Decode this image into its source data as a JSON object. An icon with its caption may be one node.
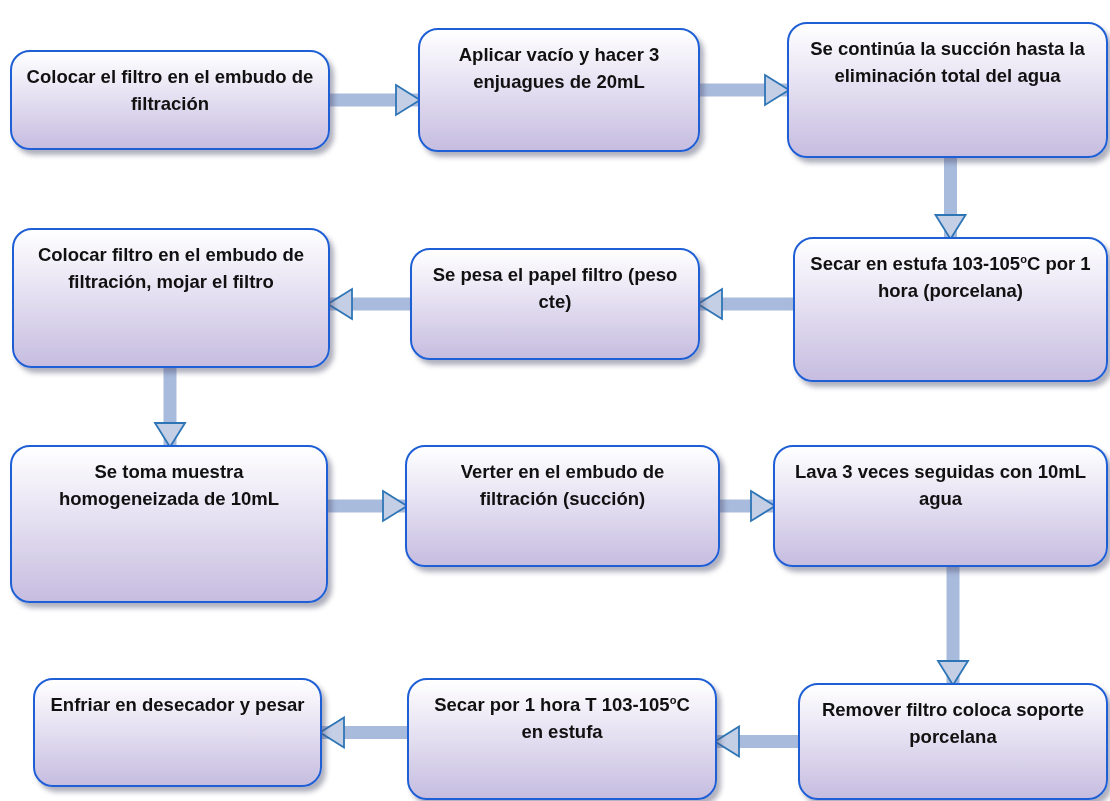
{
  "diagram": {
    "nodes": [
      {
        "text": [
          "Colocar el filtro en el embudo de filtración"
        ]
      },
      {
        "text": [
          "Aplicar vacío y hacer 3 enjuagues de 20mL"
        ]
      },
      {
        "text": [
          "Se continúa la succión hasta la eliminación total del agua"
        ]
      },
      {
        "text": [
          "Secar en estufa 103-105$^{o}$C por 1 hora (porcelana)"
        ]
      },
      {
        "text": [
          "Se pesa el papel filtro (peso cte)"
        ]
      },
      {
        "text": [
          "Colocar filtro en el embudo de filtración, mojar el filtro"
        ]
      },
      {
        "text": [
          "Se toma muestra homogeneizada de 10mL"
        ]
      },
      {
        "text": [
          "Verter en el embudo de filtración (succión)"
        ]
      },
      {
        "text": [
          "Lava 3 veces seguidas con 10mL agua"
        ]
      },
      {
        "text": [
          "Remover filtro coloca soporte porcelana"
        ]
      },
      {
        "text": [
          "Secar por 1 hora T 103-105$^{o}$C en estufa"
        ]
      },
      {
        "text": [
          "Enfriar en desecador y pesar"
        ]
      }
    ],
    "edges": [
      {
        "from": 0,
        "to": 1,
        "arrow": "to"
      },
      {
        "from": 1,
        "to": 2,
        "arrow": "to"
      },
      {
        "from": 2,
        "to": 3,
        "arrow": "to"
      },
      {
        "from": 3,
        "to": 4,
        "arrow": "to"
      },
      {
        "from": 4,
        "to": 5,
        "arrow": "to"
      },
      {
        "from": 5,
        "to": 6,
        "arrow": "to"
      },
      {
        "from": 6,
        "to": 7,
        "arrow": "to"
      },
      {
        "from": 7,
        "to": 8,
        "arrow": "to"
      },
      {
        "from": 8,
        "to": 9,
        "arrow": "to"
      },
      {
        "from": 9,
        "to": 10,
        "arrow": "to"
      },
      {
        "from": 10,
        "to": 11,
        "arrow": "to"
      }
    ]
  }
}
